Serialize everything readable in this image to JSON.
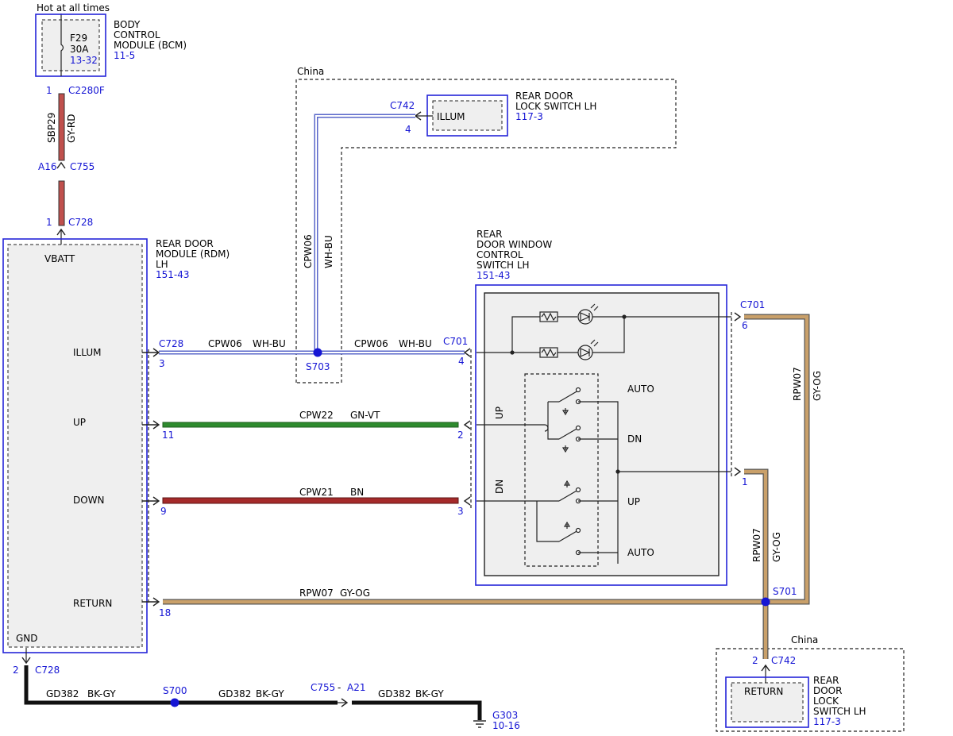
{
  "power": {
    "label": "Hot at all times"
  },
  "bcm": {
    "fuse": "F29",
    "rating": "30A",
    "fuse_ref": "13-32",
    "name_lines": [
      "BODY",
      "CONTROL",
      "MODULE (BCM)"
    ],
    "ref": "11-5"
  },
  "bcm_pin": {
    "pin": "1",
    "connector": "C2280F"
  },
  "fused_wire": {
    "circuit": "SBP29",
    "color": "GY-RD"
  },
  "inline_c755": {
    "pin": "A16",
    "connector": "C755"
  },
  "rdm_feed": {
    "pin": "1",
    "connector": "C728"
  },
  "rdm": {
    "name_lines": [
      "REAR DOOR",
      "MODULE (RDM)",
      "LH"
    ],
    "ref": "151-43",
    "vbatt": "VBATT",
    "illum": "ILLUM",
    "up": "UP",
    "down": "DOWN",
    "return": "RETURN",
    "gnd": "GND"
  },
  "region_top": {
    "label": "China"
  },
  "lock_top": {
    "connector": "C742",
    "pin": "4",
    "label": "ILLUM",
    "name_lines": [
      "REAR DOOR",
      "LOCK SWITCH LH"
    ],
    "ref": "117-3"
  },
  "illum_vertical": {
    "circuit": "CPW06",
    "color": "WH-BU"
  },
  "illum_left": {
    "connector": "C728",
    "pin": "3",
    "circuit": "CPW06",
    "color": "WH-BU"
  },
  "splice_s703": {
    "label": "S703"
  },
  "illum_right": {
    "circuit": "CPW06",
    "color": "WH-BU",
    "connector": "C701",
    "pin": "4"
  },
  "up_wire": {
    "pin_left": "11",
    "circuit": "CPW22",
    "color": "GN-VT",
    "pin_right": "2"
  },
  "down_wire": {
    "pin_left": "9",
    "circuit": "CPW21",
    "color": "BN",
    "pin_right": "3"
  },
  "return_wire": {
    "pin_left": "18",
    "circuit": "RPW07",
    "color": "GY-OG"
  },
  "splice_s701": {
    "label": "S701"
  },
  "switch": {
    "name_lines": [
      "REAR",
      "DOOR WINDOW",
      "CONTROL",
      "SWITCH LH"
    ],
    "ref": "151-43",
    "up": "UP",
    "dn": "DN",
    "auto_top": "AUTO",
    "dn_out": "DN",
    "up_out": "UP",
    "auto_bottom": "AUTO"
  },
  "c701_6": {
    "connector": "C701",
    "pin": "6"
  },
  "c701_1": {
    "pin": "1"
  },
  "rpw_outer": {
    "circuit": "RPW07",
    "color": "GY-OG"
  },
  "rpw_inner": {
    "circuit": "RPW07",
    "color": "GY-OG"
  },
  "region_bottom": {
    "label": "China"
  },
  "lock_bottom": {
    "pin": "2",
    "connector": "C742",
    "label": "RETURN",
    "name_lines": [
      "REAR",
      "DOOR",
      "LOCK",
      "SWITCH LH"
    ],
    "ref": "117-3"
  },
  "ground": {
    "pin": "2",
    "connector": "C728",
    "circuit1": "GD382",
    "color1": "BK-GY",
    "splice": "S700",
    "circuit2": "GD382",
    "color2": "BK-GY",
    "c755": "C755",
    "dash": "-",
    "a21": "A21",
    "circuit3": "GD382",
    "color3": "BK-GY",
    "g303": "G303",
    "g303_ref": "10-16"
  },
  "colors": {
    "wh_bu": "#7f8fd8",
    "gn_vt": "#2e8b2e",
    "bn": "#a52a2a",
    "gy_rd": "#c0504d",
    "gy_og": "#c9a06a",
    "bk_gy": "#111111",
    "connector_blue": "#1515d4"
  }
}
